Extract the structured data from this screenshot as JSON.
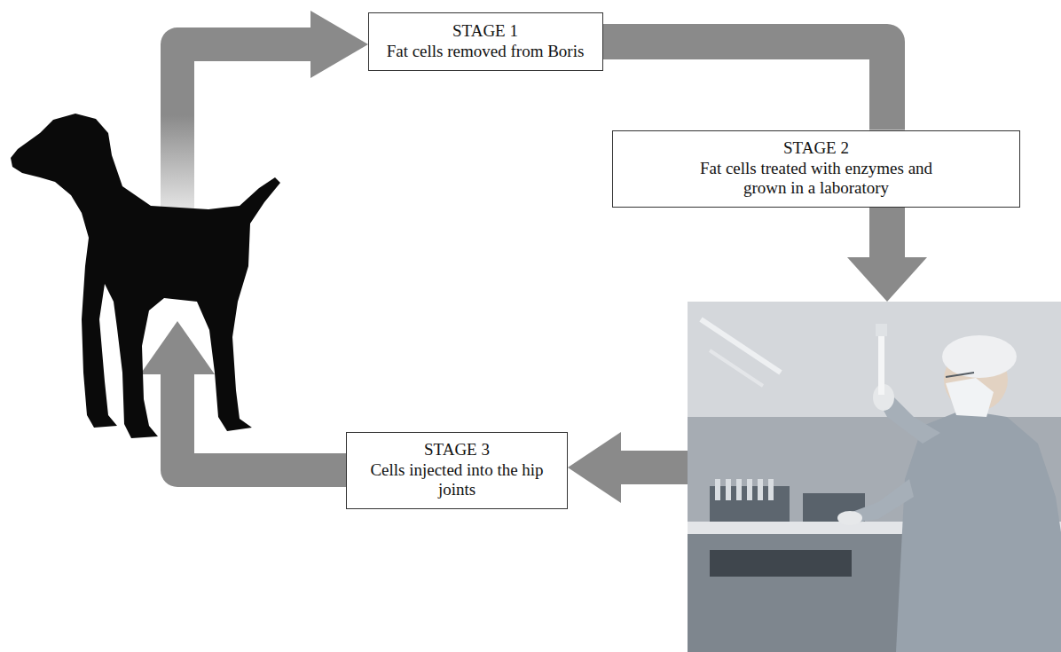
{
  "diagram": {
    "nodes": [
      {
        "text": [
          "STAGE 1",
          "Fat cells removed from Boris"
        ]
      },
      {
        "text": [
          "STAGE 2",
          "Fat cells treated with enzymes and grown in a laboratory"
        ]
      },
      {
        "text": [
          "STAGE 3",
          "Cells injected into the hip joints"
        ]
      }
    ],
    "edges": [
      {
        "from": 0,
        "to": 1,
        "arrow": "none"
      }
    ]
  }
}
